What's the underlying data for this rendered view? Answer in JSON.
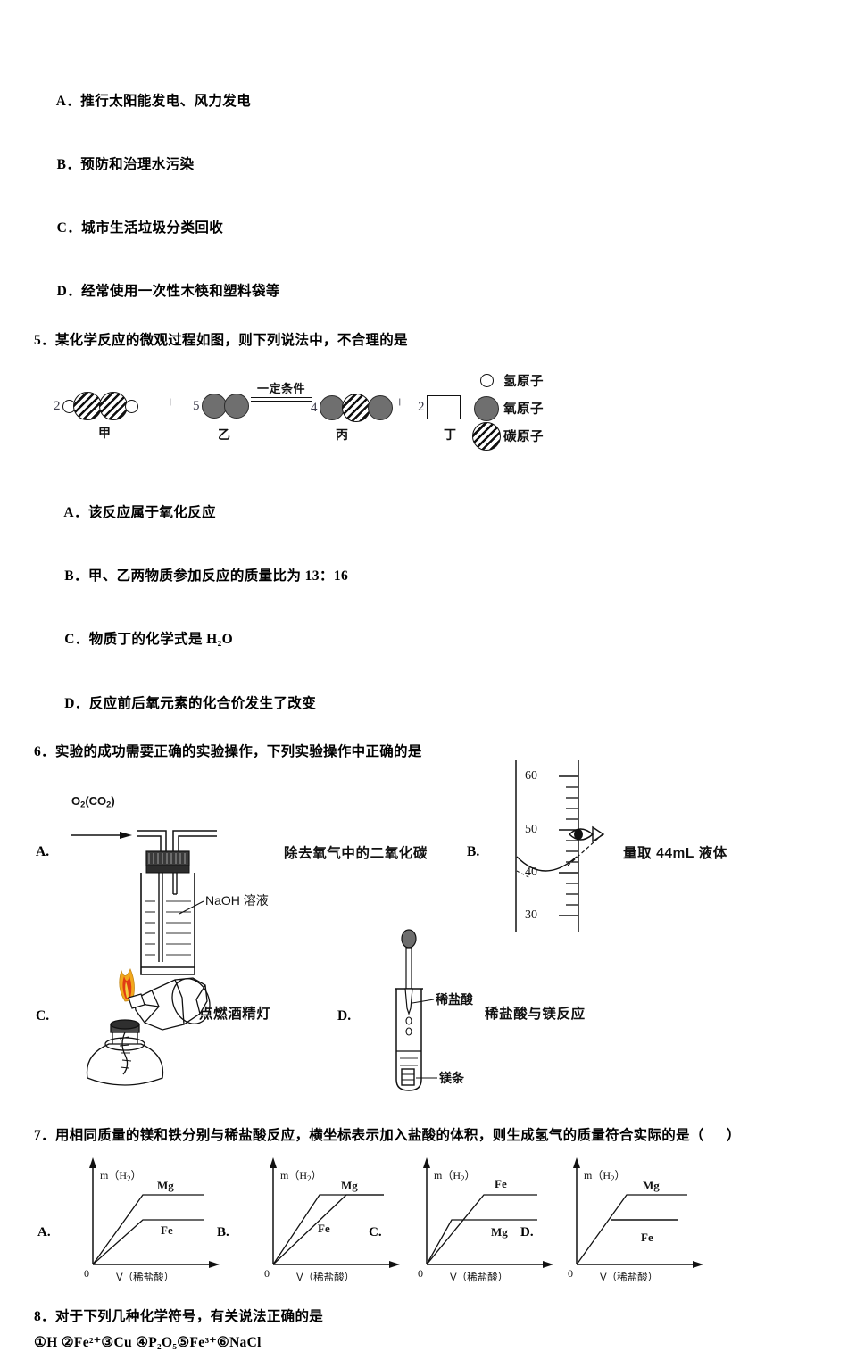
{
  "document": {
    "type": "chemistry-exam-page"
  },
  "q4_options": [
    {
      "letter": "A．",
      "text": "推行太阳能发电、风力发电"
    },
    {
      "letter": "B．",
      "text": "预防和治理水污染"
    },
    {
      "letter": "C．",
      "text": "城市生活垃圾分类回收"
    },
    {
      "letter": "D．",
      "text": "经常使用一次性木筷和塑料袋等"
    }
  ],
  "q5": {
    "stem": "5．某化学反应的微观过程如图，则下列说法中，不合理的是",
    "diagram": {
      "reactant1": {
        "coefficient": "2",
        "label": "甲"
      },
      "reactant2": {
        "coefficient": "5",
        "label": "乙"
      },
      "product1": {
        "coefficient": "4",
        "label": "丙"
      },
      "product2": {
        "coefficient": "2",
        "label": "丁"
      },
      "condition": "一定条件",
      "plus1": "+",
      "plus2": "+",
      "legend": [
        {
          "icon": "hydrogen-atom-icon",
          "label": "氢原子"
        },
        {
          "icon": "oxygen-atom-icon",
          "label": "氧原子"
        },
        {
          "icon": "carbon-atom-icon",
          "label": "碳原子"
        }
      ]
    },
    "options": [
      {
        "letter": "A．",
        "text": "该反应属于氧化反应"
      },
      {
        "letter": "B．",
        "text": "甲、乙两物质参加反应的质量比为 13：16"
      },
      {
        "letter": "C．",
        "text": "物质丁的化学式是 H₂O"
      },
      {
        "letter": "D．",
        "text": "反应前后氧元素的化合价发生了改变"
      }
    ]
  },
  "q6": {
    "stem": "6．实验的成功需要正确的实验操作，下列实验操作中正确的是",
    "options": [
      {
        "letter": "A.",
        "caption": "除去氧气中的二氧化碳",
        "gas_label": "O₂(CO₂)",
        "solution_label": "NaOH 溶液"
      },
      {
        "letter": "B.",
        "caption": "量取 44mL 液体",
        "scale_values": [
          "60",
          "50",
          "40",
          "30"
        ]
      },
      {
        "letter": "C.",
        "caption": "点燃酒精灯"
      },
      {
        "letter": "D.",
        "caption": "稀盐酸与镁反应",
        "acid_label": "稀盐酸",
        "metal_label": "镁条"
      }
    ]
  },
  "q7": {
    "stem": "7．用相同质量的镁和铁分别与稀盐酸反应，横坐标表示加入盐酸的体积，则生成氢气的质量符合实际的是（      ）",
    "options": [
      {
        "letter": "A."
      },
      {
        "letter": "B."
      },
      {
        "letter": "C."
      },
      {
        "letter": "D."
      }
    ]
  },
  "q8": {
    "stem": "8．对于下列几种化学符号，有关说法正确的是",
    "symbols": "①H ②Fe²⁺③Cu ④P₂O₅⑤Fe³⁺⑥NaCl"
  },
  "chart_data": [
    {
      "type": "line",
      "title": "A",
      "xlabel": "V（稀盐酸）",
      "ylabel": "m（H₂）",
      "origin_label": "0",
      "grid": false,
      "xlim": [
        0,
        100
      ],
      "ylim": [
        0,
        100
      ],
      "series": [
        {
          "name": "Mg",
          "x": [
            0,
            42,
            100
          ],
          "y": [
            0,
            72,
            72
          ]
        },
        {
          "name": "Fe",
          "x": [
            0,
            42,
            100
          ],
          "y": [
            0,
            48,
            48
          ]
        }
      ]
    },
    {
      "type": "line",
      "title": "B",
      "xlabel": "V（稀盐酸）",
      "ylabel": "m（H₂）",
      "origin_label": "0",
      "grid": false,
      "xlim": [
        0,
        100
      ],
      "ylim": [
        0,
        100
      ],
      "series": [
        {
          "name": "Mg",
          "x": [
            0,
            40,
            100
          ],
          "y": [
            0,
            72,
            72
          ]
        },
        {
          "name": "Fe",
          "x": [
            0,
            62,
            100
          ],
          "y": [
            0,
            72,
            72
          ]
        }
      ]
    },
    {
      "type": "line",
      "title": "C",
      "xlabel": "V（稀盐酸）",
      "ylabel": "m（H₂）",
      "origin_label": "0",
      "grid": false,
      "xlim": [
        0,
        100
      ],
      "ylim": [
        0,
        100
      ],
      "series": [
        {
          "name": "Fe",
          "x": [
            0,
            50,
            100
          ],
          "y": [
            0,
            72,
            72
          ]
        },
        {
          "name": "Mg",
          "x": [
            0,
            22,
            100
          ],
          "y": [
            0,
            48,
            48
          ]
        }
      ]
    },
    {
      "type": "line",
      "title": "D",
      "xlabel": "V（稀盐酸）",
      "ylabel": "m（H₂）",
      "origin_label": "0",
      "grid": false,
      "xlim": [
        0,
        100
      ],
      "ylim": [
        0,
        100
      ],
      "series": [
        {
          "name": "Mg",
          "x": [
            0,
            42,
            100
          ],
          "y": [
            0,
            72,
            72
          ]
        },
        {
          "name": "Fe",
          "x": [
            30,
            100
          ],
          "y": [
            48,
            48
          ]
        }
      ]
    }
  ]
}
